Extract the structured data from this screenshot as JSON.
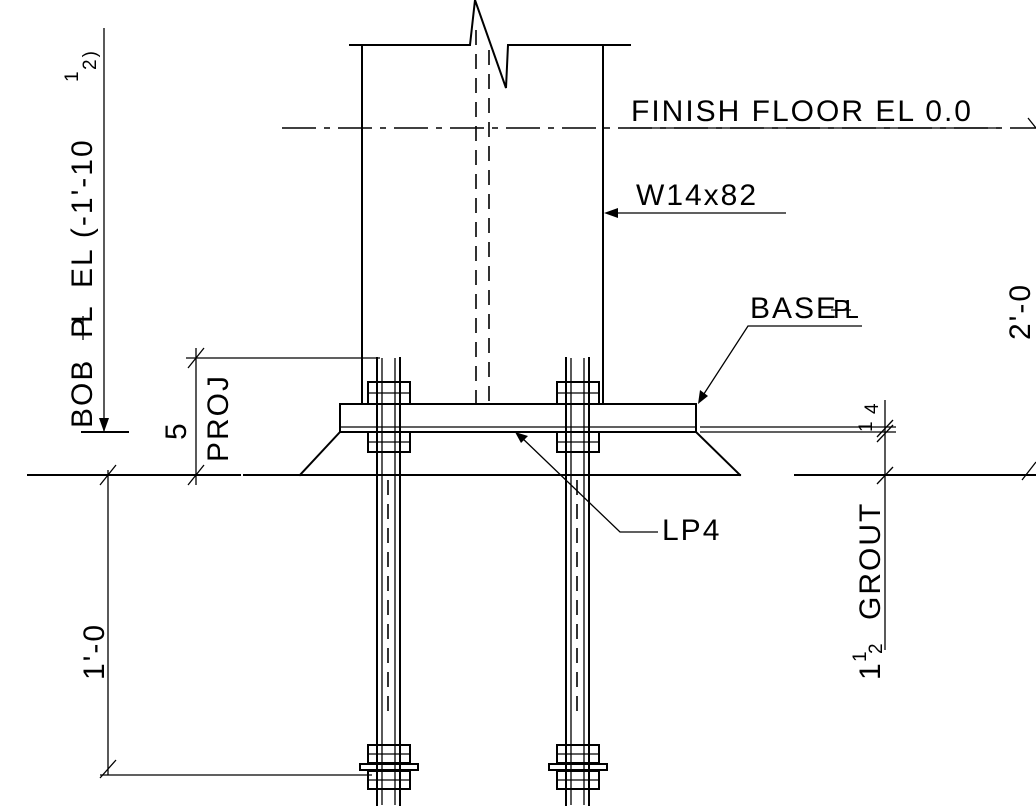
{
  "labels": {
    "finish_floor": "FINISH FLOOR EL 0.0",
    "column": "W14x82",
    "base_plate": "BASE",
    "base_plate_symbol": "PL",
    "lp4": "LP4",
    "bob_prefix": "BOB",
    "bob_plate_symbol": "PL",
    "bob_suffix": "EL (-1'-10",
    "bob_sup": "1",
    "bob_sub": "2)",
    "proj": "PROJ",
    "proj_value": "5",
    "plate_thk_num": "1",
    "plate_thk_den": "4",
    "grout_whole": "1",
    "grout_num": "1",
    "grout_den": "2",
    "grout_label": "GROUT",
    "embed_dim": "1'-0",
    "height_dim": "2'-0"
  }
}
